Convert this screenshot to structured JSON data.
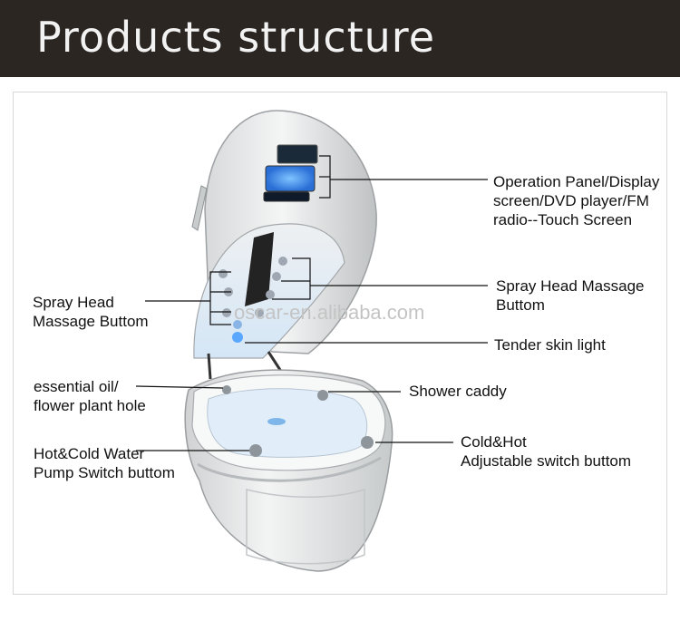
{
  "header": {
    "title": "Products structure",
    "background_color": "#2b2622"
  },
  "watermark": "oscar-en.alibaba.com",
  "labels": {
    "operation_panel": "Operation Panel/Display\nscreen/DVD player/FM\nradio--Touch Screen",
    "spray_head_right": "Spray Head Massage\nButtom",
    "spray_head_left": "Spray Head\nMassage Buttom",
    "tender_skin_light": "Tender skin light",
    "essential_oil": "essential oil/\nflower plant hole",
    "shower_caddy": "Shower caddy",
    "hot_cold_pump": "Hot&Cold Water\nPump Switch buttom",
    "cold_hot_switch": "Cold&Hot\nAdjustable switch buttom"
  },
  "colors": {
    "shell": "#e9eaea",
    "display_glow": "#3aa0ff",
    "text": "#111111"
  }
}
